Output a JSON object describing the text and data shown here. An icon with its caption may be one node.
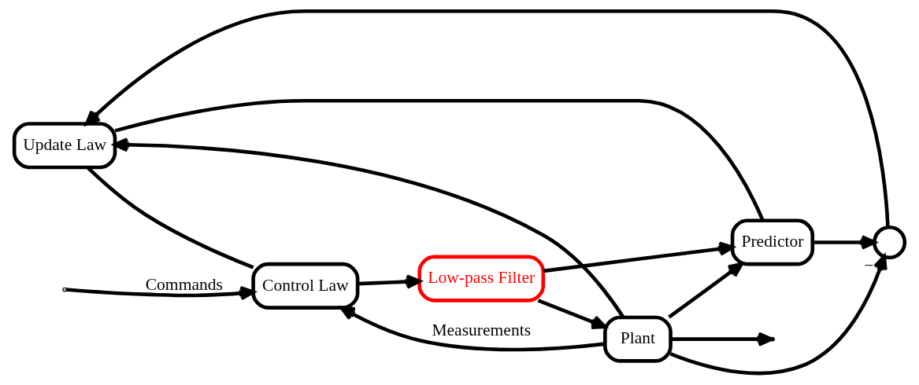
{
  "diagram": {
    "nodes": [
      {
        "text": [
          "Update Law"
        ]
      },
      {
        "text": [
          "Predictor"
        ]
      },
      {
        "text": [
          "Control Law"
        ]
      },
      {
        "text": [
          "Low-pass Filter"
        ]
      },
      {
        "text": [
          "Plant"
        ]
      },
      {
        "text": [],
        "shape": "circle",
        "beside": [
          "−"
        ]
      }
    ],
    "edges": [
      {
        "from": null,
        "to": 2,
        "arrow": "to",
        "label": "Commands"
      },
      {
        "from": 2,
        "to": 3,
        "arrow": "to"
      },
      {
        "from": 3,
        "to": 1,
        "arrow": "to"
      },
      {
        "from": 3,
        "to": 4,
        "arrow": "to"
      },
      {
        "from": 1,
        "to": 5,
        "arrow": "to"
      },
      {
        "from": 4,
        "to": 5,
        "arrow": "to"
      },
      {
        "from": 4,
        "to": 1,
        "arrow": "to"
      },
      {
        "from": 4,
        "to": 2,
        "arrow": "to",
        "label": "Measurements"
      },
      {
        "from": 4,
        "to": 0,
        "arrow": "to"
      },
      {
        "from": 4,
        "to": null,
        "arrow": "to"
      },
      {
        "from": 5,
        "to": 0,
        "arrow": "to"
      },
      {
        "from": 0,
        "to": 2,
        "arrow": "none"
      },
      {
        "from": 0,
        "to": 1,
        "arrow": "none"
      }
    ]
  }
}
